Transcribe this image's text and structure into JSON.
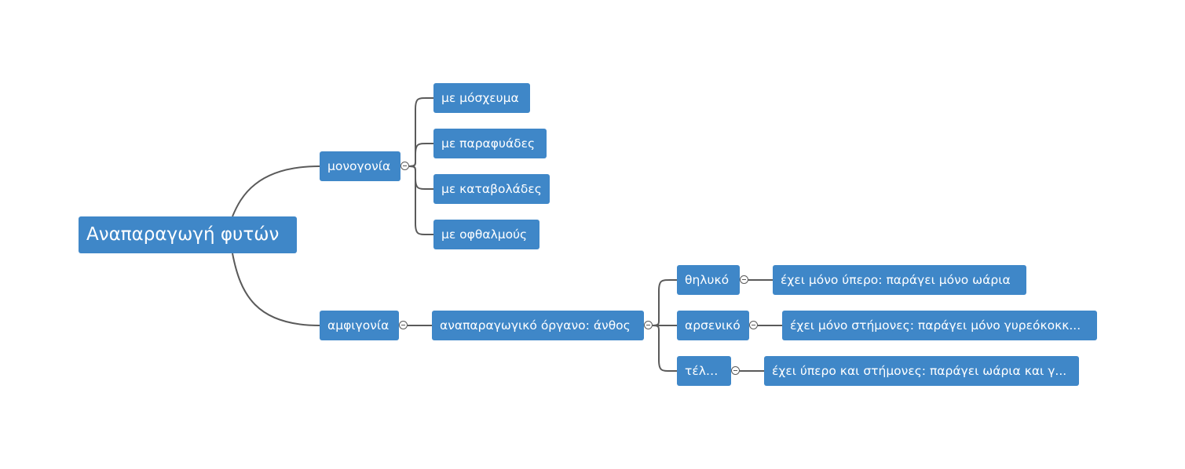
{
  "mindmap": {
    "root": {
      "id": "root",
      "label": "Αναπαραγωγή φυτών"
    },
    "nodes": {
      "mono": {
        "label": "μονογονία",
        "parent": "root"
      },
      "m1": {
        "label": "με μόσχευμα",
        "parent": "mono"
      },
      "m2": {
        "label": "με παραφυάδες",
        "parent": "mono"
      },
      "m3": {
        "label": "με καταβολάδες",
        "parent": "mono"
      },
      "m4": {
        "label": "με οφθαλμούς",
        "parent": "mono"
      },
      "amfi": {
        "label": "αμφιγονία",
        "parent": "root"
      },
      "organ": {
        "label": "αναπαραγωγικό όργανο: άνθος",
        "parent": "amfi"
      },
      "thily": {
        "label": "θηλυκό",
        "parent": "organ"
      },
      "arsen": {
        "label": "αρσενικό",
        "parent": "organ"
      },
      "teleio": {
        "label": "τέλειο",
        "parent": "organ"
      },
      "thily_d": {
        "label": "έχει μόνο ύπερο: παράγει μόνο ωάρια",
        "parent": "thily"
      },
      "arsen_d": {
        "label": "έχει μόνο στήμονες: παράγει μόνο γυρεόκοκκ...",
        "parent": "arsen"
      },
      "teleio_d": {
        "label": "έχει ύπερο και στήμονες: παράγει ωάρια και γ...",
        "parent": "teleio"
      }
    },
    "collapse_icon": "minus-circle-icon",
    "colors": {
      "node_fill": "#3f87c8",
      "node_text": "#ffffff",
      "link": "#5a5a5a",
      "background": "#ffffff"
    }
  }
}
